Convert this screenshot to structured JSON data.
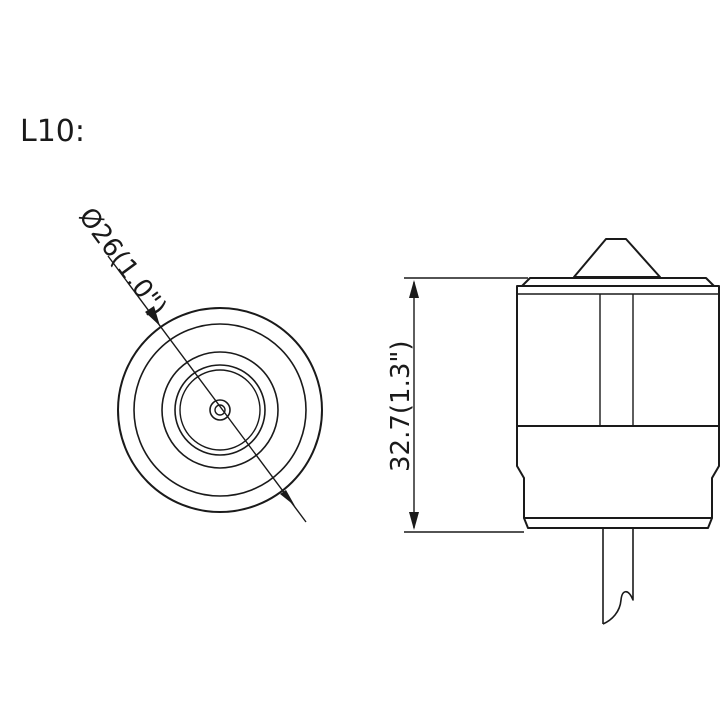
{
  "drawing": {
    "label": "L10:",
    "diameter_dimension": "Ø26(1.0\")",
    "height_dimension": "32.7(1.3\")"
  }
}
